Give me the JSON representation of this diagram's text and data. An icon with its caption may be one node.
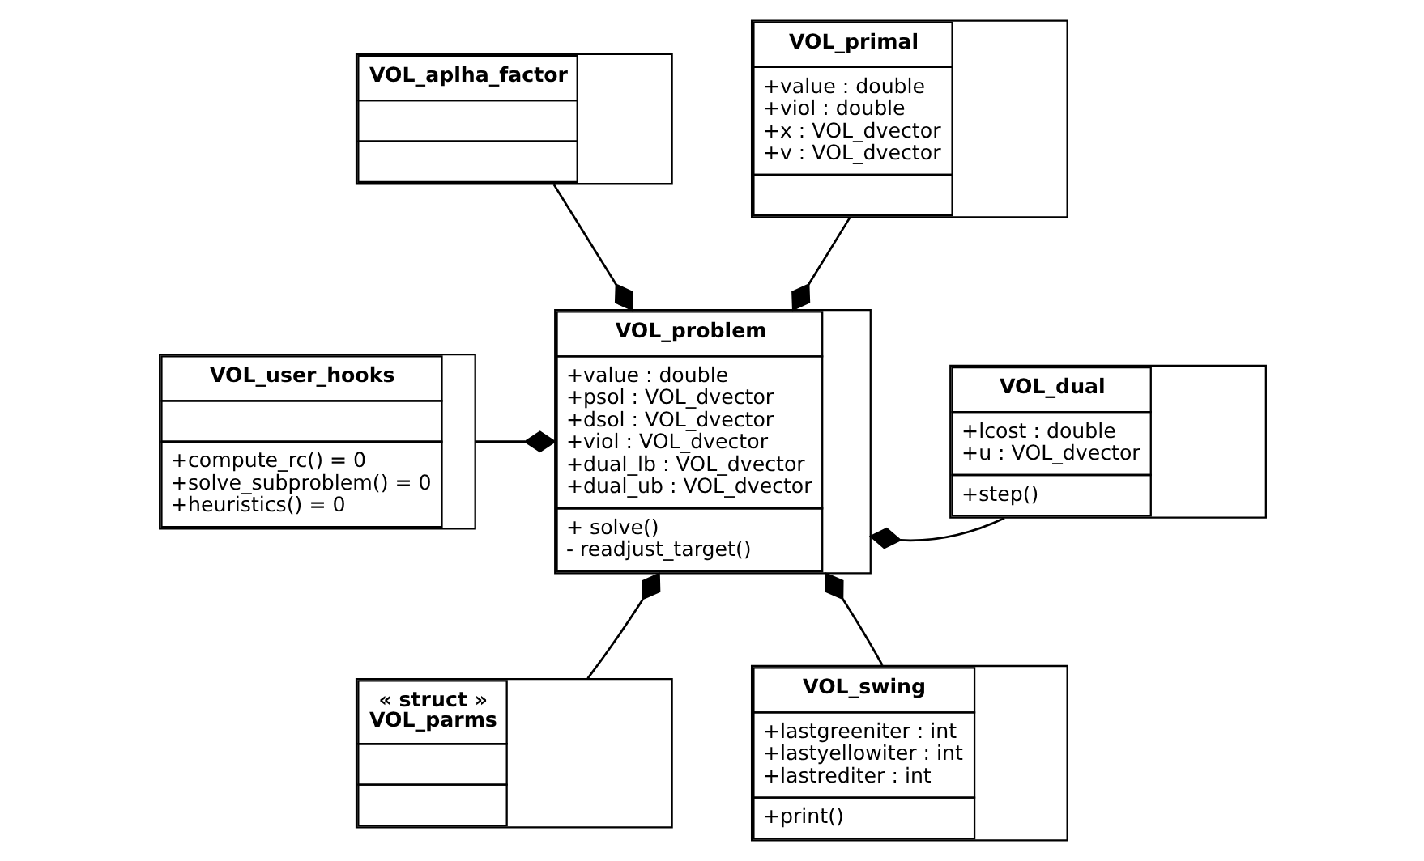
{
  "diagram": {
    "nodes": [
      {
        "text": [
          "VOL_aplha_factor"
        ]
      },
      {
        "text": [
          "VOL_primal",
          "+value : double",
          "+viol : double",
          "+x : VOL_dvector",
          "+v : VOL_dvector"
        ]
      },
      {
        "text": [
          "VOL_problem",
          "+value : double",
          "+psol : VOL_dvector",
          "+dsol : VOL_dvector",
          "+viol : VOL_dvector",
          "+dual_lb : VOL_dvector",
          "+dual_ub : VOL_dvector",
          "+ solve()",
          "- readjust_target()"
        ]
      },
      {
        "text": [
          "VOL_user_hooks",
          "+compute_rc() = 0",
          "+solve_subproblem() = 0",
          "+heuristics() = 0"
        ]
      },
      {
        "text": [
          "VOL_dual",
          "+lcost : double",
          "+u : VOL_dvector",
          "+step()"
        ]
      },
      {
        "text": [
          "« struct »",
          "VOL_parms"
        ]
      },
      {
        "text": [
          "VOL_swing",
          "+lastgreeniter : int",
          "+lastyellowiter : int",
          "+lastrediter : int",
          "+print()"
        ]
      }
    ],
    "edges": [
      {
        "from": 0,
        "to": 2,
        "arrow": "other"
      },
      {
        "from": 1,
        "to": 2,
        "arrow": "other"
      },
      {
        "from": 3,
        "to": 2,
        "arrow": "other"
      },
      {
        "from": 4,
        "to": 2,
        "arrow": "other"
      },
      {
        "from": 5,
        "to": 2,
        "arrow": "other"
      },
      {
        "from": 6,
        "to": 2,
        "arrow": "other"
      }
    ]
  }
}
